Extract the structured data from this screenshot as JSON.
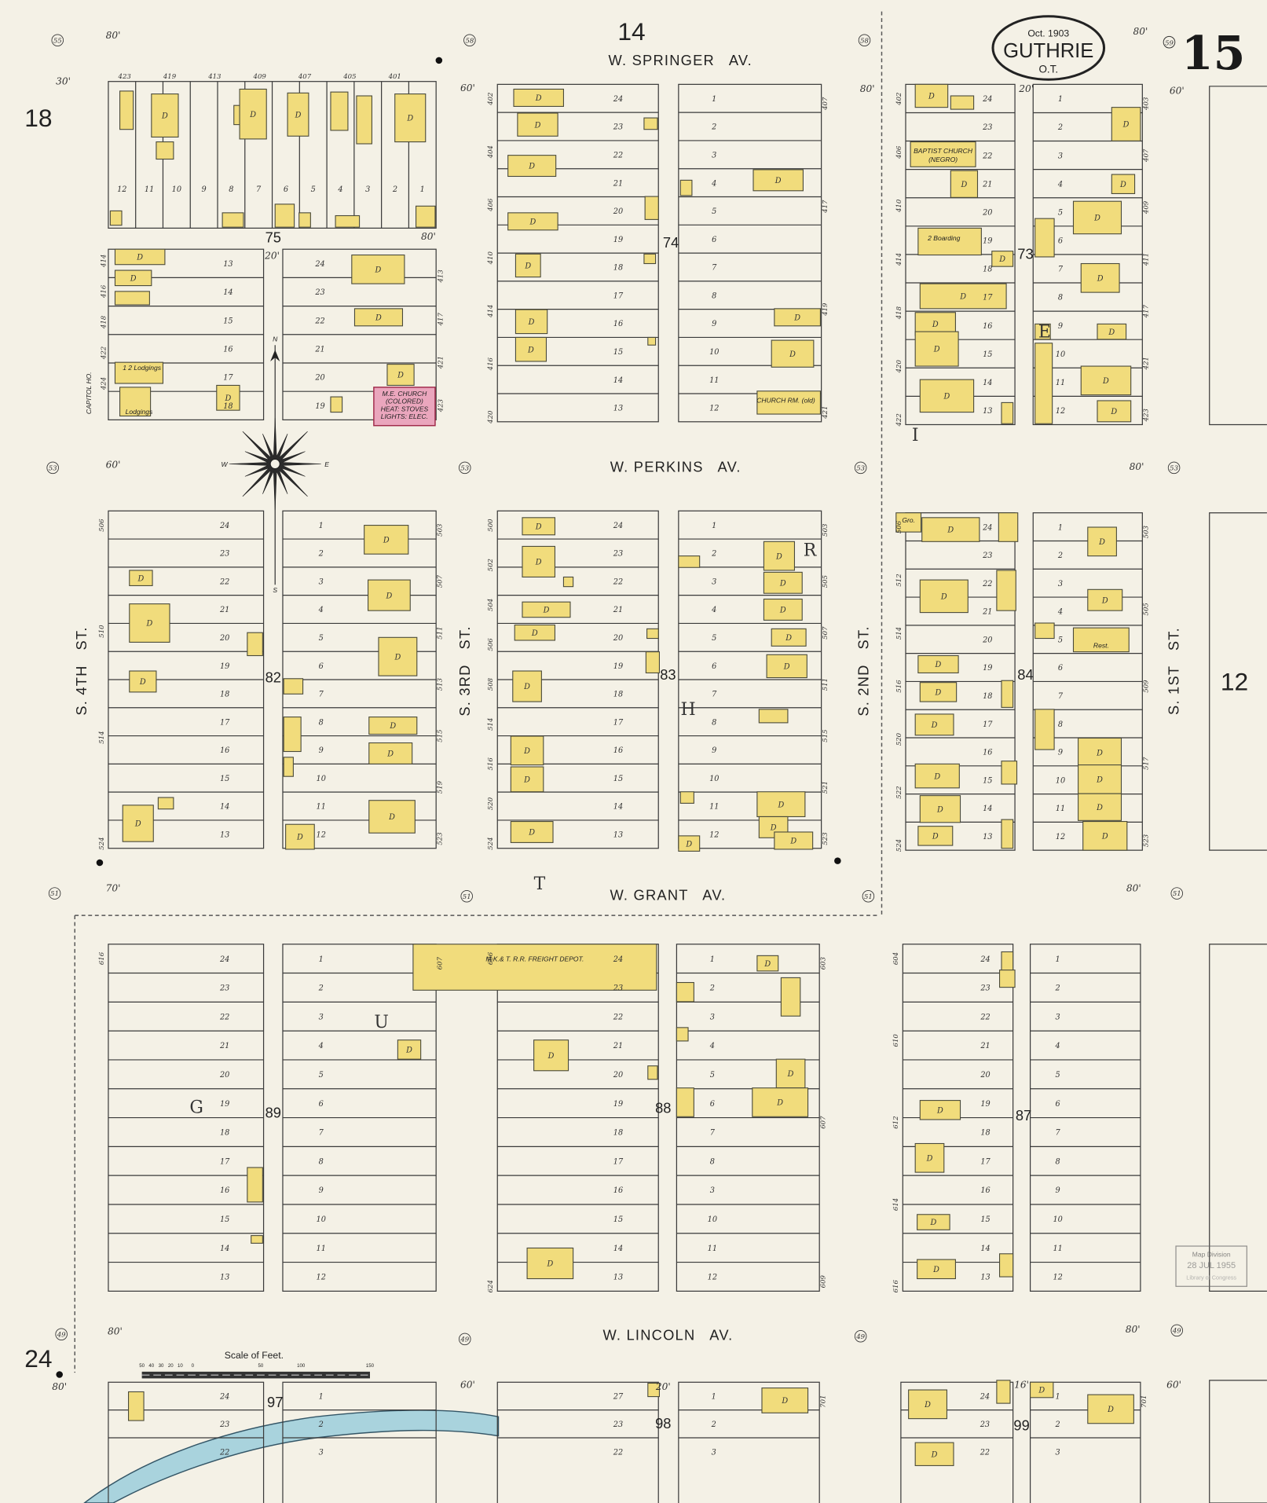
{
  "sheet": {
    "number": "15",
    "date": "Oct. 1903",
    "city": "GUTHRIE",
    "territory": "O.T.",
    "corner_circle": "59"
  },
  "adjoining_sheets": {
    "top": "14",
    "left": "18",
    "right": "12",
    "bottom_left": "24"
  },
  "streets": {
    "springer": "W. SPRINGER   AV.",
    "perkins": "W. PERKINS   AV.",
    "grant": "W. GRANT   AV.",
    "lincoln": "W. LINCOLN   AV.",
    "fourth": "S. 4TH   ST.",
    "third": "S. 3RD   ST.",
    "second": "S. 2ND   ST.",
    "first": "S. 1ST   ST."
  },
  "street_width_markers": [
    "55",
    "58",
    "58",
    "53",
    "53",
    "53",
    "53",
    "51",
    "51",
    "51",
    "51",
    "49",
    "49",
    "49",
    "49"
  ],
  "dimensions": [
    "80'",
    "30'",
    "60'",
    "20'",
    "80'",
    "60'",
    "80'",
    "20'",
    "70'",
    "80'",
    "80'",
    "80'",
    "80'",
    "80'",
    "60'",
    "60'",
    "80'",
    "16'",
    "20'",
    "60'"
  ],
  "dwelling_label": "D",
  "colors": {
    "paper": "#f4f1e6",
    "frame_building": "#f1dc7c",
    "brick_church": "#eaa6bd",
    "water": "#a9d3dd"
  },
  "blocks": [
    {
      "number": "75",
      "lots_top": [
        "12",
        "11",
        "10",
        "9",
        "8",
        "7",
        "6",
        "5",
        "4",
        "3",
        "2",
        "1"
      ],
      "lots_left": [
        "13",
        "14",
        "15",
        "16",
        "17",
        "18"
      ],
      "lots_right": [
        "24",
        "23",
        "22",
        "21",
        "20",
        "19"
      ],
      "addr_top": [
        "423",
        "419",
        "413",
        "409",
        "407",
        "405",
        "401"
      ],
      "addr_left": [
        "414",
        "416",
        "418",
        "422",
        "424"
      ],
      "addr_right": [
        "413",
        "417",
        "421",
        "423"
      ]
    },
    {
      "number": "74",
      "lots_left": [
        "24",
        "23",
        "22",
        "21",
        "20",
        "19",
        "18",
        "17",
        "16",
        "15",
        "14",
        "13"
      ],
      "lots_right": [
        "1",
        "2",
        "3",
        "4",
        "5",
        "6",
        "7",
        "8",
        "9",
        "10",
        "11",
        "12"
      ],
      "addr_left": [
        "402",
        "404",
        "406",
        "410",
        "414",
        "416",
        "420"
      ],
      "addr_right": [
        "407",
        "417",
        "419",
        "421"
      ]
    },
    {
      "number": "73",
      "lots_left": [
        "24",
        "23",
        "22",
        "21",
        "20",
        "19",
        "18",
        "17",
        "16",
        "15",
        "14",
        "13"
      ],
      "lots_right": [
        "1",
        "2",
        "3",
        "4",
        "5",
        "6",
        "7",
        "8",
        "9",
        "10",
        "11",
        "12"
      ],
      "addr_left": [
        "402",
        "406",
        "410",
        "414",
        "418",
        "420",
        "422"
      ],
      "addr_right": [
        "403",
        "407",
        "409",
        "411",
        "417",
        "421",
        "423"
      ]
    },
    {
      "number": "82",
      "lots_left": [
        "24",
        "23",
        "22",
        "21",
        "20",
        "19",
        "18",
        "17",
        "16",
        "15",
        "14",
        "13"
      ],
      "lots_right": [
        "1",
        "2",
        "3",
        "4",
        "5",
        "6",
        "7",
        "8",
        "9",
        "10",
        "11",
        "12"
      ],
      "addr_left": [
        "506",
        "510",
        "514",
        "524"
      ],
      "addr_right": [
        "503",
        "507",
        "511",
        "513",
        "515",
        "519",
        "523"
      ]
    },
    {
      "number": "83",
      "lots_left": [
        "24",
        "23",
        "22",
        "21",
        "20",
        "19",
        "18",
        "17",
        "16",
        "15",
        "14",
        "13"
      ],
      "lots_right": [
        "1",
        "2",
        "3",
        "4",
        "5",
        "6",
        "7",
        "8",
        "9",
        "10",
        "11",
        "12"
      ],
      "addr_left": [
        "500",
        "502",
        "504",
        "506",
        "508",
        "514",
        "516",
        "520",
        "524"
      ],
      "addr_right": [
        "503",
        "505",
        "507",
        "511",
        "515",
        "521",
        "523"
      ]
    },
    {
      "number": "84",
      "lots_left": [
        "24",
        "23",
        "22",
        "21",
        "20",
        "19",
        "18",
        "17",
        "16",
        "15",
        "14",
        "13"
      ],
      "lots_right": [
        "1",
        "2",
        "3",
        "4",
        "5",
        "6",
        "7",
        "8",
        "9",
        "10",
        "11",
        "12"
      ],
      "addr_left": [
        "506",
        "512",
        "514",
        "516",
        "520",
        "522",
        "524"
      ],
      "addr_right": [
        "503",
        "505",
        "509",
        "517",
        "523"
      ]
    },
    {
      "number": "89",
      "lots_left": [
        "24",
        "23",
        "22",
        "21",
        "20",
        "19",
        "18",
        "17",
        "16",
        "15",
        "14",
        "13"
      ],
      "lots_right": [
        "1",
        "2",
        "3",
        "4",
        "5",
        "6",
        "7",
        "8",
        "9",
        "10",
        "11",
        "12"
      ],
      "addr_left": [
        "616"
      ],
      "addr_right": [
        "607"
      ]
    },
    {
      "number": "88",
      "lots_left": [
        "24",
        "23",
        "22",
        "21",
        "20",
        "19",
        "18",
        "17",
        "16",
        "15",
        "14",
        "13"
      ],
      "lots_right": [
        "1",
        "2",
        "3",
        "4",
        "5",
        "6",
        "7",
        "8",
        "3",
        "10",
        "11",
        "12"
      ],
      "addr_left": [
        "606",
        "624"
      ],
      "addr_right": [
        "603",
        "607",
        "609"
      ]
    },
    {
      "number": "87",
      "lots_left": [
        "24",
        "23",
        "22",
        "21",
        "20",
        "19",
        "18",
        "17",
        "16",
        "15",
        "14",
        "13"
      ],
      "lots_right": [
        "1",
        "2",
        "3",
        "4",
        "5",
        "6",
        "7",
        "8",
        "9",
        "10",
        "11",
        "12"
      ],
      "addr_left": [
        "604",
        "610",
        "612",
        "614",
        "616"
      ],
      "addr_right": []
    },
    {
      "number": "97",
      "lots_left": [
        "24",
        "23",
        "22"
      ],
      "lots_right": [
        "1",
        "2",
        "3"
      ],
      "addr_left": [],
      "addr_right": []
    },
    {
      "number": "98",
      "lots_left": [
        "27",
        "23",
        "22"
      ],
      "lots_right": [
        "1",
        "2",
        "3"
      ],
      "addr_left": [],
      "addr_right": [
        "701"
      ]
    },
    {
      "number": "99",
      "lots_left": [
        "24",
        "23",
        "22"
      ],
      "lots_right": [
        "1",
        "2",
        "3"
      ],
      "addr_left": [],
      "addr_right": [
        "701"
      ]
    }
  ],
  "key_letters": [
    "E",
    "I",
    "R",
    "H",
    "T",
    "U",
    "G"
  ],
  "building_labels": {
    "me_church": "M.E. CHURCH",
    "me_church_note": "(COLORED)",
    "me_church_heat": "HEAT: STOVES",
    "me_church_light": "LIGHTS: ELEC.",
    "baptist_church": "BAPTIST CHURCH",
    "baptist_note": "(NEGRO)",
    "church_rm": "CHURCH RM. (old)",
    "boarding": "2 Boarding",
    "lodgings_2": "1 2 Lodgings",
    "lodgings": "Lodgings",
    "capitol_ho": "CAPITOL HO.",
    "freight_depot": "M.K.& T. R.R. FREIGHT DEPOT.",
    "rest": "Rest.",
    "gro": "Gro."
  },
  "compass": {
    "n": "N",
    "s": "S",
    "e": "E",
    "w": "W"
  },
  "scale": {
    "title": "Scale of Feet.",
    "ticks": [
      "50",
      "40",
      "30",
      "20",
      "10",
      "0",
      "50",
      "100",
      "150"
    ]
  },
  "stamp": {
    "line1": "Map Division",
    "line2": "28 JUL 1955",
    "line3": "Library of Congress"
  }
}
